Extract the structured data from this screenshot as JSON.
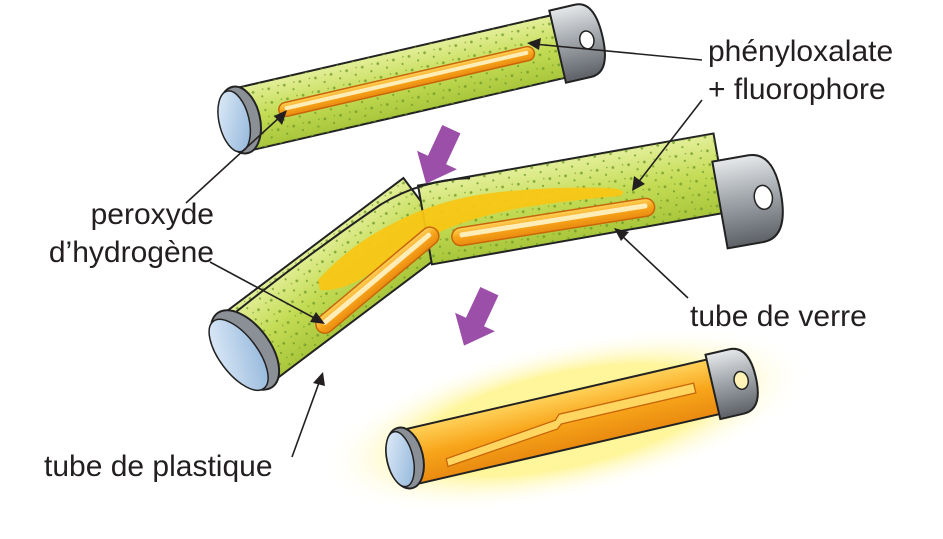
{
  "labels": {
    "phenyloxalate_line1": "phényloxalate",
    "phenyloxalate_line2": "+ fluorophore",
    "peroxyde_line1": "peroxyde",
    "peroxyde_line2": "d’hydrogène",
    "tube_verre": "tube de verre",
    "tube_plastique": "tube de plastique"
  },
  "colors": {
    "green_liquid": "#cfe36a",
    "glass_tube_orange": "#f7a81b",
    "glow_yellow": "#fff27a",
    "arrow_purple": "#9b4fa8",
    "cap_grey": "#9ea3a8",
    "end_cap_blue": "#b9d3ee",
    "text": "#231f20"
  },
  "icons": [
    "down-arrow-icon",
    "down-arrow-icon"
  ]
}
